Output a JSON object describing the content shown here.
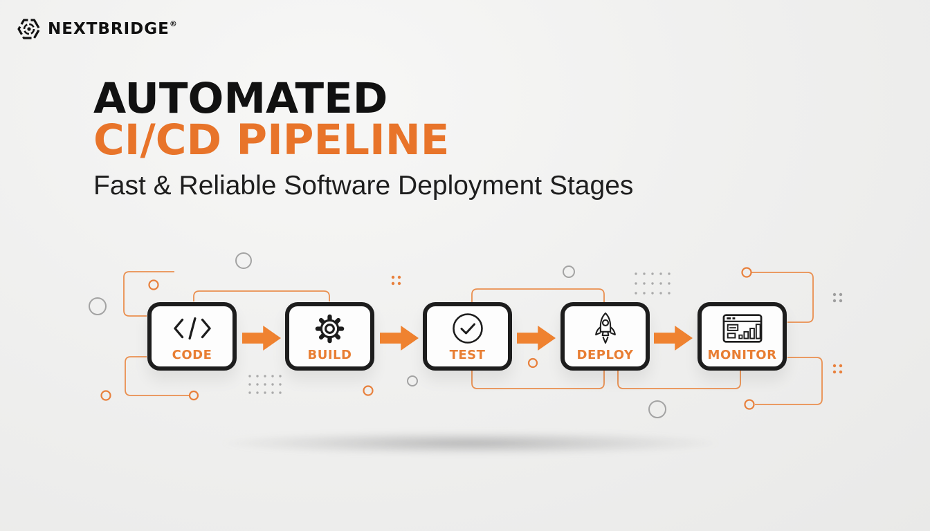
{
  "brand": {
    "name": "NEXTBRIDGE",
    "registered_mark": "®"
  },
  "header": {
    "title_line1": "AUTOMATED",
    "title_line2": "CI/CD PIPELINE",
    "subtitle": "Fast & Reliable Software Deployment Stages"
  },
  "pipeline": {
    "stages": [
      {
        "label": "CODE",
        "icon": "code-icon"
      },
      {
        "label": "BUILD",
        "icon": "gear-icon"
      },
      {
        "label": "TEST",
        "icon": "check-circle-icon"
      },
      {
        "label": "DEPLOY",
        "icon": "rocket-icon"
      },
      {
        "label": "MONITOR",
        "icon": "dashboard-icon"
      }
    ]
  },
  "colors": {
    "accent_orange": "#e8742a",
    "arrow_orange": "#ef8230",
    "line_orange": "#ea8f4f",
    "box_border": "#1d1d1d",
    "box_background": "#fdfdfd",
    "background": "#f0f0ef",
    "decor_gray": "#a3a3a3",
    "text_dark": "#111111"
  }
}
